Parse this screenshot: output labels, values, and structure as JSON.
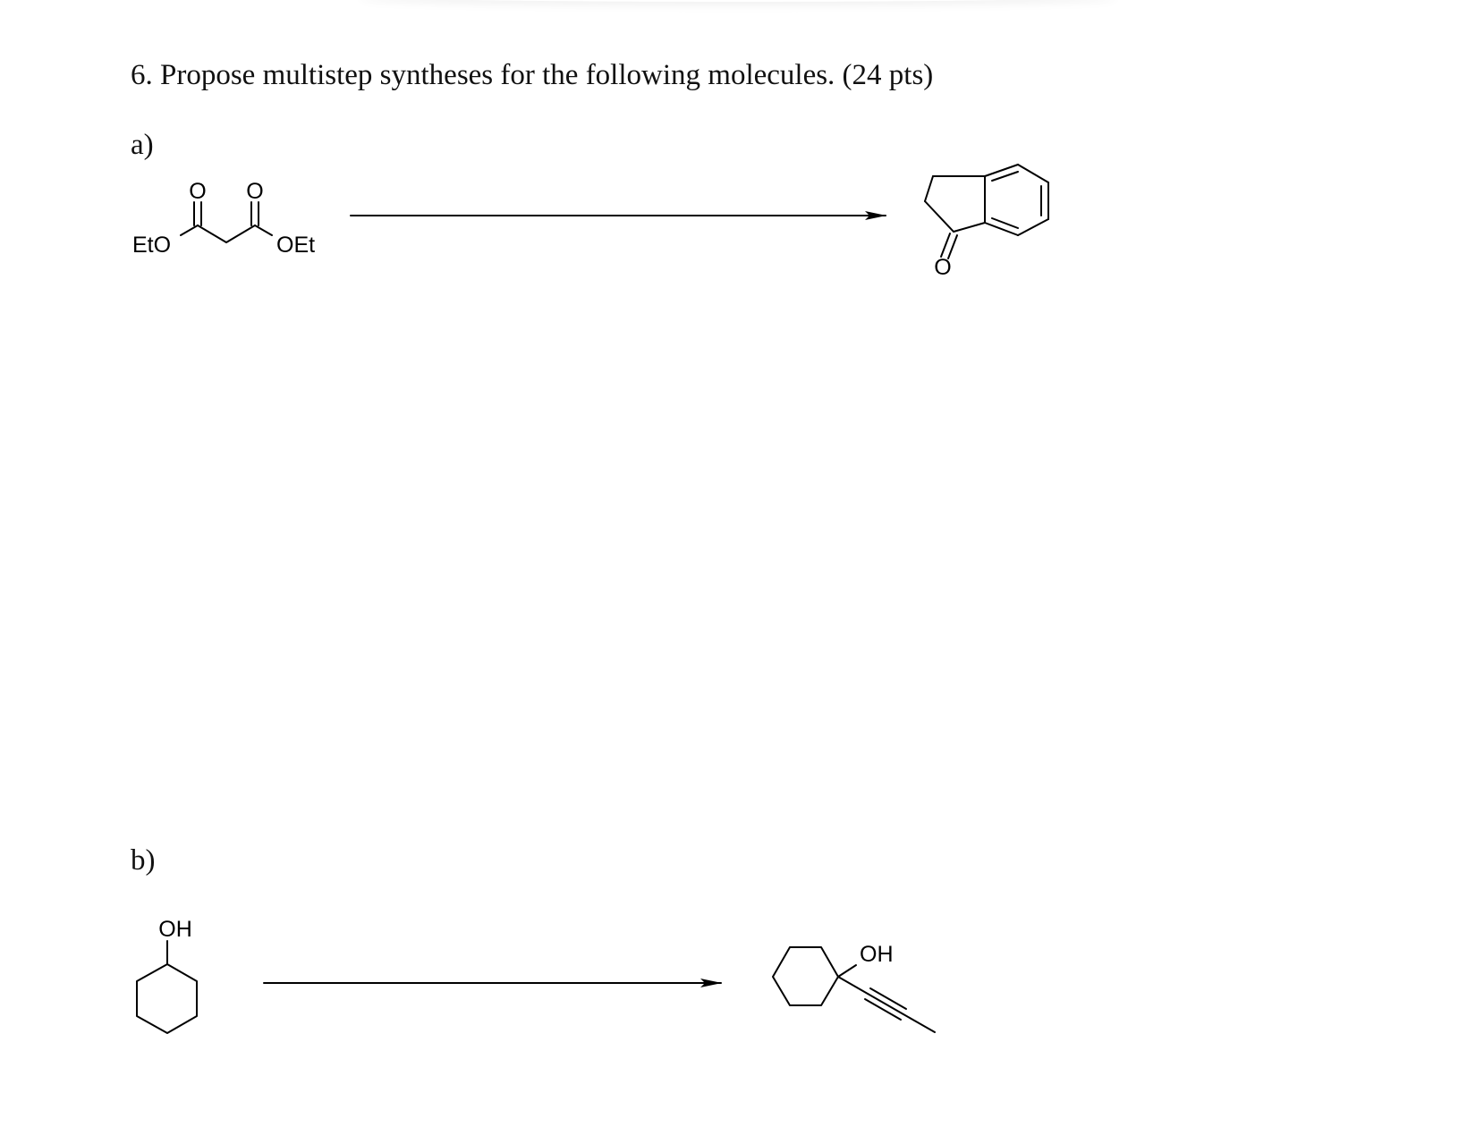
{
  "question": {
    "text": "6. Propose multistep syntheses for the following molecules. (24 pts)"
  },
  "parts": [
    {
      "label": "a)",
      "reactant": {
        "atom_labels": [
          "O",
          "O",
          "EtO",
          "OEt"
        ]
      },
      "product": {
        "atom_labels": [
          "O"
        ]
      }
    },
    {
      "label": "b)",
      "reactant": {
        "atom_labels": [
          "OH"
        ]
      },
      "product": {
        "atom_labels": [
          "OH"
        ]
      }
    }
  ]
}
